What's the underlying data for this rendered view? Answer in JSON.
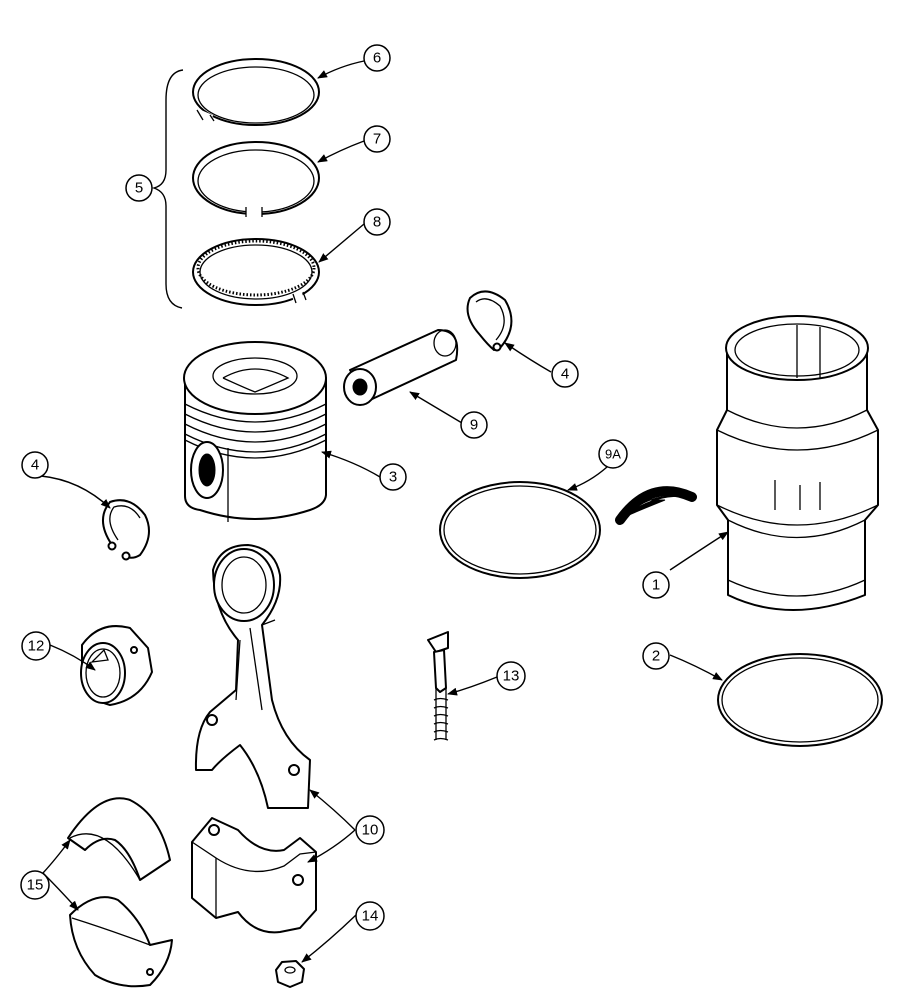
{
  "callouts": [
    {
      "id": "c6",
      "label": "6"
    },
    {
      "id": "c7",
      "label": "7"
    },
    {
      "id": "c8",
      "label": "8"
    },
    {
      "id": "c5",
      "label": "5"
    },
    {
      "id": "c4a",
      "label": "4"
    },
    {
      "id": "c9",
      "label": "9"
    },
    {
      "id": "c3",
      "label": "3"
    },
    {
      "id": "c4b",
      "label": "4"
    },
    {
      "id": "c9A",
      "label": "9A"
    },
    {
      "id": "c1",
      "label": "1"
    },
    {
      "id": "c2",
      "label": "2"
    },
    {
      "id": "c12",
      "label": "12"
    },
    {
      "id": "c13",
      "label": "13"
    },
    {
      "id": "c10",
      "label": "10"
    },
    {
      "id": "c15",
      "label": "15"
    },
    {
      "id": "c14",
      "label": "14"
    }
  ]
}
